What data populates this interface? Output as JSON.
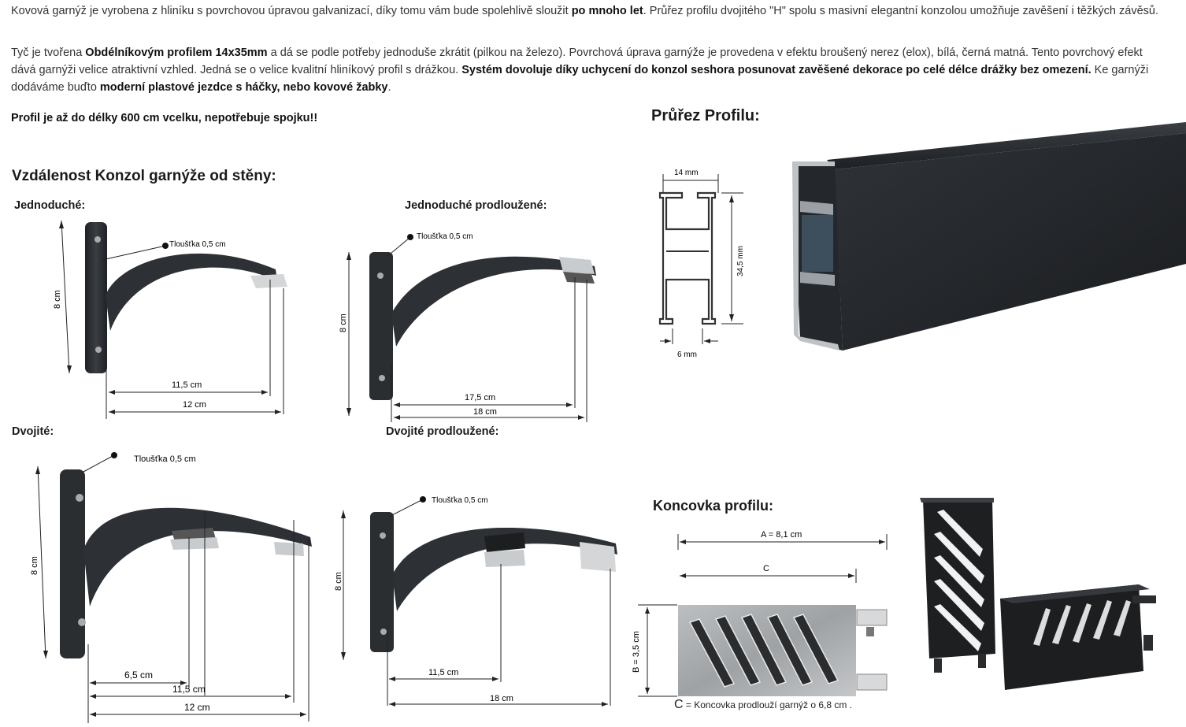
{
  "intro": {
    "p1": [
      {
        "t": "Kovová garnýž je vyrobena z hliníku s povrchovou úpravou galvanizací, díky tomu vám bude spolehlivě sloužit ",
        "b": false
      },
      {
        "t": "po mnoho let",
        "b": true
      },
      {
        "t": ". Průřez profilu dvojitého \"H\" spolu s masivní elegantní konzolou umožňuje zavěšení i těžkých závěsů.",
        "b": false
      }
    ],
    "p2": [
      {
        "t": " Tyč je tvořena ",
        "b": false
      },
      {
        "t": "Obdélníkovým profilem 14x35mm",
        "b": true
      },
      {
        "t": " a dá se podle potřeby jednoduše zkrátit (pilkou na železo). Povrchová úprava garnýže je provedena v efektu broušený nerez (elox), bílá, černá matná. Tento povrchový efekt dává garnýži velice atraktivní vzhled. Jedná se o velice kvalitní hliníkový profil s drážkou. ",
        "b": false
      },
      {
        "t": "Systém dovoluje díky uchycení do konzol seshora posunovat zavěšené dekorace po celé délce drážky bez omezení.",
        "b": true
      },
      {
        "t": " Ke garnýži dodáváme buďto ",
        "b": false
      },
      {
        "t": "moderní plastové jezdce s háčky, nebo kovové žabky",
        "b": true
      },
      {
        "t": ".",
        "b": false
      }
    ],
    "p3": "Profil je až do délky 600 cm vcelku, nepotřebuje spojku!!"
  },
  "headings": {
    "profile_section": "Průřez Profilu:",
    "bracket_distance": "Vzdálenost Konzol garnýže od stěny:",
    "end_cap": "Koncovka profilu:"
  },
  "brackets": {
    "single": {
      "label": "Jednoduché:",
      "thickness": "Tloušťka 0,5 cm",
      "height": "8 cm",
      "dim1": "11,5 cm",
      "dim2": "12 cm"
    },
    "single_ext": {
      "label": "Jednoduché prodloužené:",
      "thickness": "Tloušťka 0,5 cm",
      "height": "8 cm",
      "dim1": "17,5 cm",
      "dim2": "18 cm"
    },
    "double": {
      "label": "Dvojité:",
      "thickness": "Tloušťka 0,5 cm",
      "height": "8 cm",
      "dim0": "6,5 cm",
      "dim1": "11,5 cm",
      "dim2": "12 cm"
    },
    "double_ext": {
      "label": "Dvojité prodloužené:",
      "thickness": "Tloušťka 0,5 cm",
      "height": "8 cm",
      "dim1": "11,5 cm",
      "dim2": "18 cm"
    }
  },
  "profile_drawing": {
    "width": "14 mm",
    "height": "34,5 mm",
    "groove": "6 mm"
  },
  "end_cap": {
    "dim_a": "A = 8,1 cm",
    "dim_c": "C",
    "dim_b": "B = 3,5 cm",
    "caption_c": "C",
    "caption_rest": " = Koncovka prodlouží garnýž o 6,8 cm ."
  },
  "colors": {
    "metal_dark": "#2b2e31",
    "aluminium": "#c9ccce",
    "dim_line": "#222222"
  }
}
